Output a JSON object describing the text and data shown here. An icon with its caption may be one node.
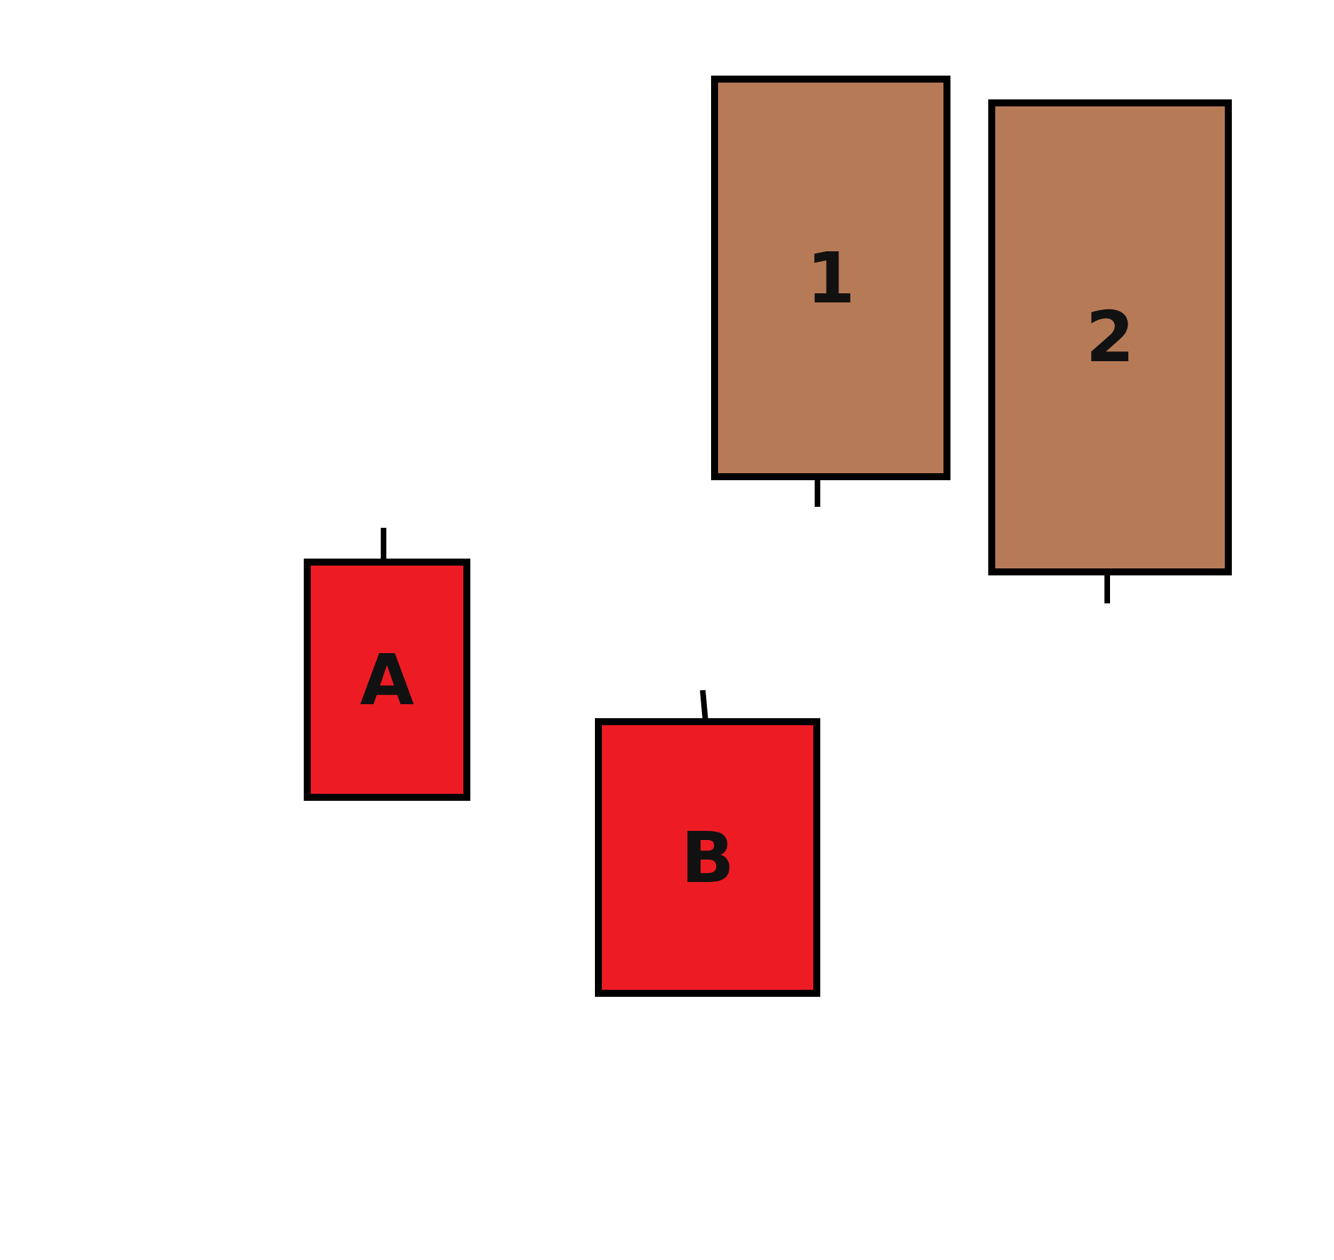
{
  "diagram": {
    "nodes": [
      {
        "text": [
          "1"
        ]
      },
      {
        "text": [
          "2"
        ]
      },
      {
        "text": [
          "A"
        ]
      },
      {
        "text": [
          "B"
        ]
      }
    ]
  }
}
